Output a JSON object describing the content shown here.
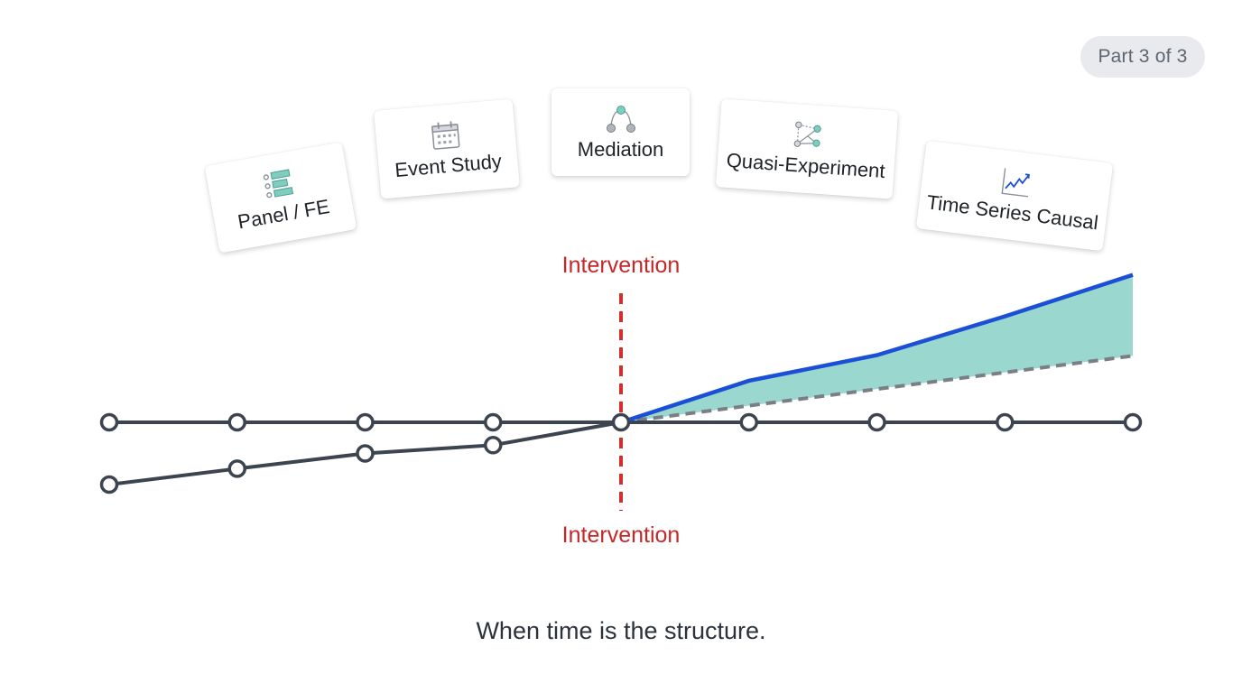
{
  "badge": {
    "text": "Part 3 of 3"
  },
  "cards": [
    {
      "label": "Panel / FE",
      "icon": "panel-list-icon"
    },
    {
      "label": "Event Study",
      "icon": "calendar-icon"
    },
    {
      "label": "Mediation",
      "icon": "mediation-graph-icon"
    },
    {
      "label": "Quasi-Experiment",
      "icon": "network-graph-icon"
    },
    {
      "label": "Time Series Causal",
      "icon": "trend-chart-icon"
    }
  ],
  "intervention": {
    "top_label": "Intervention",
    "bottom_label": "Intervention"
  },
  "caption": "When time is the structure.",
  "colors": {
    "line_dark": "#3c4450",
    "observed_blue": "#1a4fd6",
    "effect_fill": "#9ad7cf",
    "counterfactual_gray": "#7a7f86",
    "intervention_red": "#d32f2f",
    "icon_teal": "#7fcdbf"
  },
  "chart_data": {
    "type": "line",
    "x": [
      0,
      1,
      2,
      3,
      4,
      5,
      6,
      7,
      8
    ],
    "intervention_index": 4,
    "series": [
      {
        "style": "baseline",
        "values": [
          0,
          0,
          0,
          0,
          0,
          0,
          0,
          0,
          0
        ]
      },
      {
        "style": "pre-trend",
        "values": [
          -0.9,
          -0.67,
          -0.45,
          -0.33,
          0
        ]
      },
      {
        "style": "observed",
        "values": [
          0,
          0.6,
          0.97,
          1.53,
          2.13
        ],
        "x": [
          4,
          5,
          6,
          7,
          8
        ]
      },
      {
        "style": "counterfactual",
        "values": [
          0,
          0.96
        ],
        "x": [
          4,
          8
        ]
      }
    ],
    "ylim": [
      -1.2,
      2.5
    ]
  }
}
